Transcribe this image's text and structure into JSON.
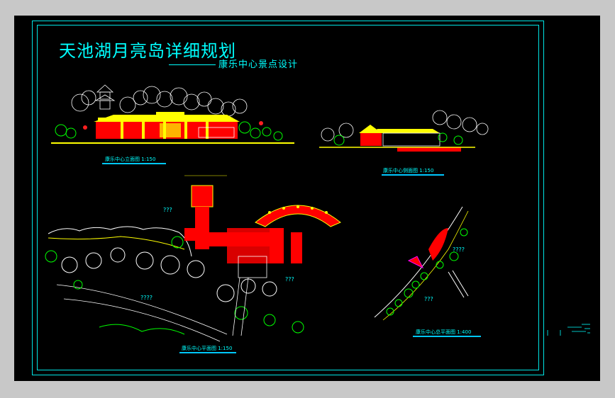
{
  "drawing": {
    "title": "天池湖月亮岛详细规划",
    "subtitle": "康乐中心景点设计"
  },
  "captions": {
    "front_elevation": "康乐中心立面图  1:150",
    "side_elevation": "康乐中心侧面图  1:150",
    "plan": "康乐中心平面图  1:150",
    "site_plan": "康乐中心总平面图  1:400"
  },
  "unknown_labels": {
    "plan_left_top": "???",
    "plan_left_bottom": "????",
    "plan_mid": "???",
    "site_a": "????",
    "site_b": "???"
  },
  "colors": {
    "background": "#000000",
    "frame": "#00e5e5",
    "building": "#ff0000",
    "roof": "#ffff00",
    "vegetation": "#00ff00",
    "trees_outline": "#ffffff"
  }
}
